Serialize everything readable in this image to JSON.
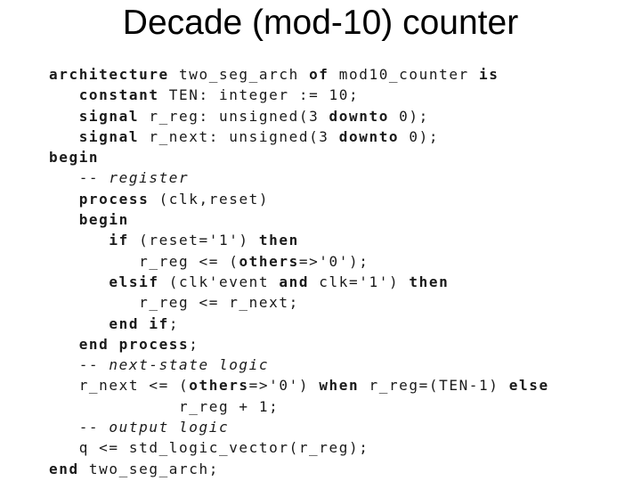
{
  "slide": {
    "title": "Decade (mod-10) counter"
  },
  "code": {
    "lines": [
      {
        "indent": "",
        "segments": [
          {
            "t": "architecture",
            "k": "kw"
          },
          {
            "t": " two_seg_arch ",
            "k": ""
          },
          {
            "t": "of",
            "k": "kw"
          },
          {
            "t": " mod10_counter ",
            "k": ""
          },
          {
            "t": "is",
            "k": "kw"
          }
        ]
      },
      {
        "indent": "   ",
        "segments": [
          {
            "t": "constant",
            "k": "kw"
          },
          {
            "t": " TEN: integer := 10;",
            "k": ""
          }
        ]
      },
      {
        "indent": "   ",
        "segments": [
          {
            "t": "signal",
            "k": "kw"
          },
          {
            "t": " r_reg: unsigned(3 ",
            "k": ""
          },
          {
            "t": "downto",
            "k": "kw"
          },
          {
            "t": " 0);",
            "k": ""
          }
        ]
      },
      {
        "indent": "   ",
        "segments": [
          {
            "t": "signal",
            "k": "kw"
          },
          {
            "t": " r_next: unsigned(3 ",
            "k": ""
          },
          {
            "t": "downto",
            "k": "kw"
          },
          {
            "t": " 0);",
            "k": ""
          }
        ]
      },
      {
        "indent": "",
        "segments": [
          {
            "t": "begin",
            "k": "kw"
          }
        ]
      },
      {
        "indent": "   ",
        "segments": [
          {
            "t": "-- ",
            "k": ""
          },
          {
            "t": "register",
            "k": "cm"
          }
        ]
      },
      {
        "indent": "   ",
        "segments": [
          {
            "t": "process",
            "k": "kw"
          },
          {
            "t": " (clk,reset)",
            "k": ""
          }
        ]
      },
      {
        "indent": "   ",
        "segments": [
          {
            "t": "begin",
            "k": "kw"
          }
        ]
      },
      {
        "indent": "      ",
        "segments": [
          {
            "t": "if",
            "k": "kw"
          },
          {
            "t": " (reset='1') ",
            "k": ""
          },
          {
            "t": "then",
            "k": "kw"
          }
        ]
      },
      {
        "indent": "         ",
        "segments": [
          {
            "t": "r_reg <= (",
            "k": ""
          },
          {
            "t": "others",
            "k": "kw"
          },
          {
            "t": "=>'0');",
            "k": ""
          }
        ]
      },
      {
        "indent": "      ",
        "segments": [
          {
            "t": "elsif",
            "k": "kw"
          },
          {
            "t": " (clk'event ",
            "k": ""
          },
          {
            "t": "and",
            "k": "kw"
          },
          {
            "t": " clk='1') ",
            "k": ""
          },
          {
            "t": "then",
            "k": "kw"
          }
        ]
      },
      {
        "indent": "         ",
        "segments": [
          {
            "t": "r_reg <= r_next;",
            "k": ""
          }
        ]
      },
      {
        "indent": "      ",
        "segments": [
          {
            "t": "end if",
            "k": "kw"
          },
          {
            "t": ";",
            "k": ""
          }
        ]
      },
      {
        "indent": "   ",
        "segments": [
          {
            "t": "end process",
            "k": "kw"
          },
          {
            "t": ";",
            "k": ""
          }
        ]
      },
      {
        "indent": "   ",
        "segments": [
          {
            "t": "-- ",
            "k": ""
          },
          {
            "t": "next-state logic",
            "k": "cm"
          }
        ]
      },
      {
        "indent": "   ",
        "segments": [
          {
            "t": "r_next <= (",
            "k": ""
          },
          {
            "t": "others",
            "k": "kw"
          },
          {
            "t": "=>'0') ",
            "k": ""
          },
          {
            "t": "when",
            "k": "kw"
          },
          {
            "t": " r_reg=(TEN-1) ",
            "k": ""
          },
          {
            "t": "else",
            "k": "kw"
          }
        ]
      },
      {
        "indent": "             ",
        "segments": [
          {
            "t": "r_reg + 1;",
            "k": ""
          }
        ]
      },
      {
        "indent": "   ",
        "segments": [
          {
            "t": "-- ",
            "k": ""
          },
          {
            "t": "output logic",
            "k": "cm"
          }
        ]
      },
      {
        "indent": "   ",
        "segments": [
          {
            "t": "q <= std_logic_vector(r_reg);",
            "k": ""
          }
        ]
      },
      {
        "indent": "",
        "segments": [
          {
            "t": "end",
            "k": "kw"
          },
          {
            "t": " two_seg_arch;",
            "k": ""
          }
        ]
      }
    ]
  }
}
